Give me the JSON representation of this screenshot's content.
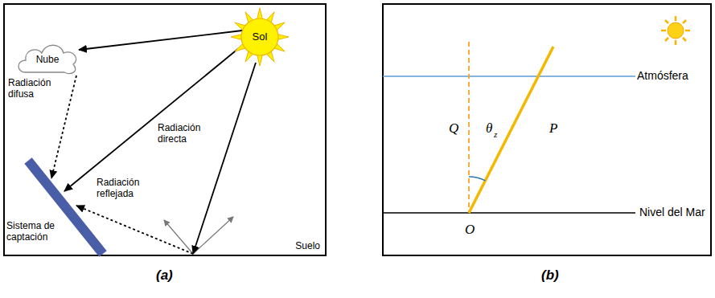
{
  "diagram": {
    "nodes": [
      {
        "text": [
          "Sol"
        ]
      },
      {
        "text": [
          "Nube"
        ]
      },
      {
        "text": [
          "Sistema de captación"
        ]
      },
      {
        "text": [
          "Suelo"
        ]
      }
    ],
    "edges": [
      {
        "from": 0,
        "to": 1,
        "arrow": "to"
      },
      {
        "from": 0,
        "to": 2,
        "label": "Radiación directa",
        "arrow": "to"
      },
      {
        "from": 0,
        "to": 3,
        "arrow": "to"
      },
      {
        "from": 1,
        "to": 2,
        "label": "Radiación difusa",
        "arrow": "to"
      },
      {
        "from": 3,
        "to": 2,
        "label": "Radiación reflejada",
        "arrow": "to"
      }
    ],
    "labels": [
      "Atmósfera",
      "Q",
      "θ",
      "z",
      "P",
      "Nivel del Mar",
      "O",
      "(a)",
      "(b)"
    ]
  }
}
